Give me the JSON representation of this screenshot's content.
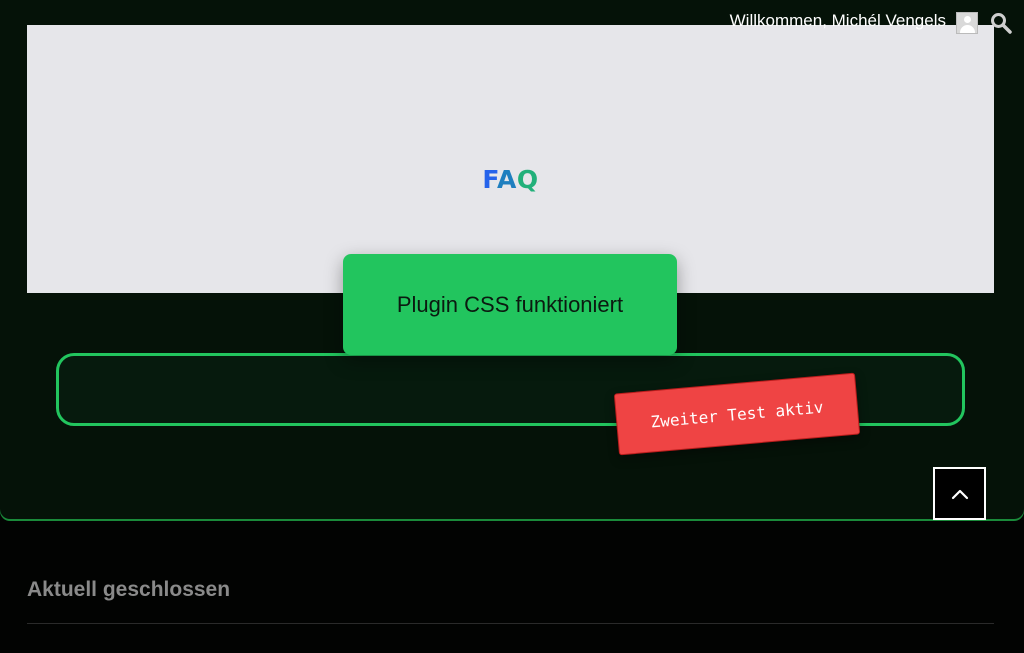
{
  "header": {
    "welcome_text": "Willkommen, Michél Vengels"
  },
  "hero": {
    "logo_letters": [
      "F",
      "A",
      "Q"
    ]
  },
  "notices": {
    "plugin_css": "Plugin CSS funktioniert",
    "second_test": "Zweiter Test aktiv"
  },
  "footer": {
    "heading": "Aktuell geschlossen"
  },
  "colors": {
    "accent_green": "#22c55e",
    "alert_red": "#ef4444",
    "panel_bg": "#051208",
    "hero_bg": "#e6e6ea"
  },
  "icons": {
    "search": "search-icon",
    "avatar": "user-avatar-icon",
    "scroll_top": "chevron-up-icon"
  }
}
